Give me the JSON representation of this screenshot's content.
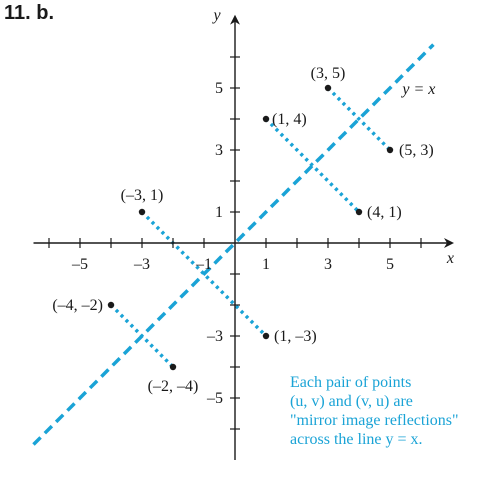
{
  "header": {
    "problem_label": "11.  b."
  },
  "chart_data": {
    "type": "scatter",
    "title": "",
    "xlabel": "x",
    "ylabel": "y",
    "xlim": [
      -6.5,
      7
    ],
    "ylim": [
      -7,
      7.3
    ],
    "grid": false,
    "x_tick_labels": [
      -5,
      -3,
      -1,
      1,
      3,
      5
    ],
    "y_tick_labels": [
      5,
      3,
      1,
      -3,
      -5
    ],
    "reference_line": {
      "label": "y = x",
      "slope": 1,
      "intercept": 0,
      "color": "#1aa3d6",
      "style": "dashed"
    },
    "points": [
      {
        "x": 3,
        "y": 5,
        "label": "(3, 5)"
      },
      {
        "x": 5,
        "y": 3,
        "label": "(5, 3)"
      },
      {
        "x": 1,
        "y": 4,
        "label": "(1, 4)"
      },
      {
        "x": 4,
        "y": 1,
        "label": "(4, 1)"
      },
      {
        "x": -3,
        "y": 1,
        "label": "(–3, 1)"
      },
      {
        "x": 1,
        "y": -3,
        "label": "(1, –3)"
      },
      {
        "x": -4,
        "y": -2,
        "label": "(–4, –2)"
      },
      {
        "x": -2,
        "y": -4,
        "label": "(–2, –4)"
      }
    ],
    "pairs": [
      [
        0,
        1
      ],
      [
        2,
        3
      ],
      [
        4,
        5
      ],
      [
        6,
        7
      ]
    ],
    "colors": {
      "axis": "#1a1a1a",
      "accent": "#1aa3d6",
      "point": "#1a1a1a"
    }
  },
  "annotation": {
    "lines": [
      "Each pair of points",
      "(u, v) and (v, u) are",
      "\"mirror image reflections\"",
      "across the line y = x."
    ]
  }
}
